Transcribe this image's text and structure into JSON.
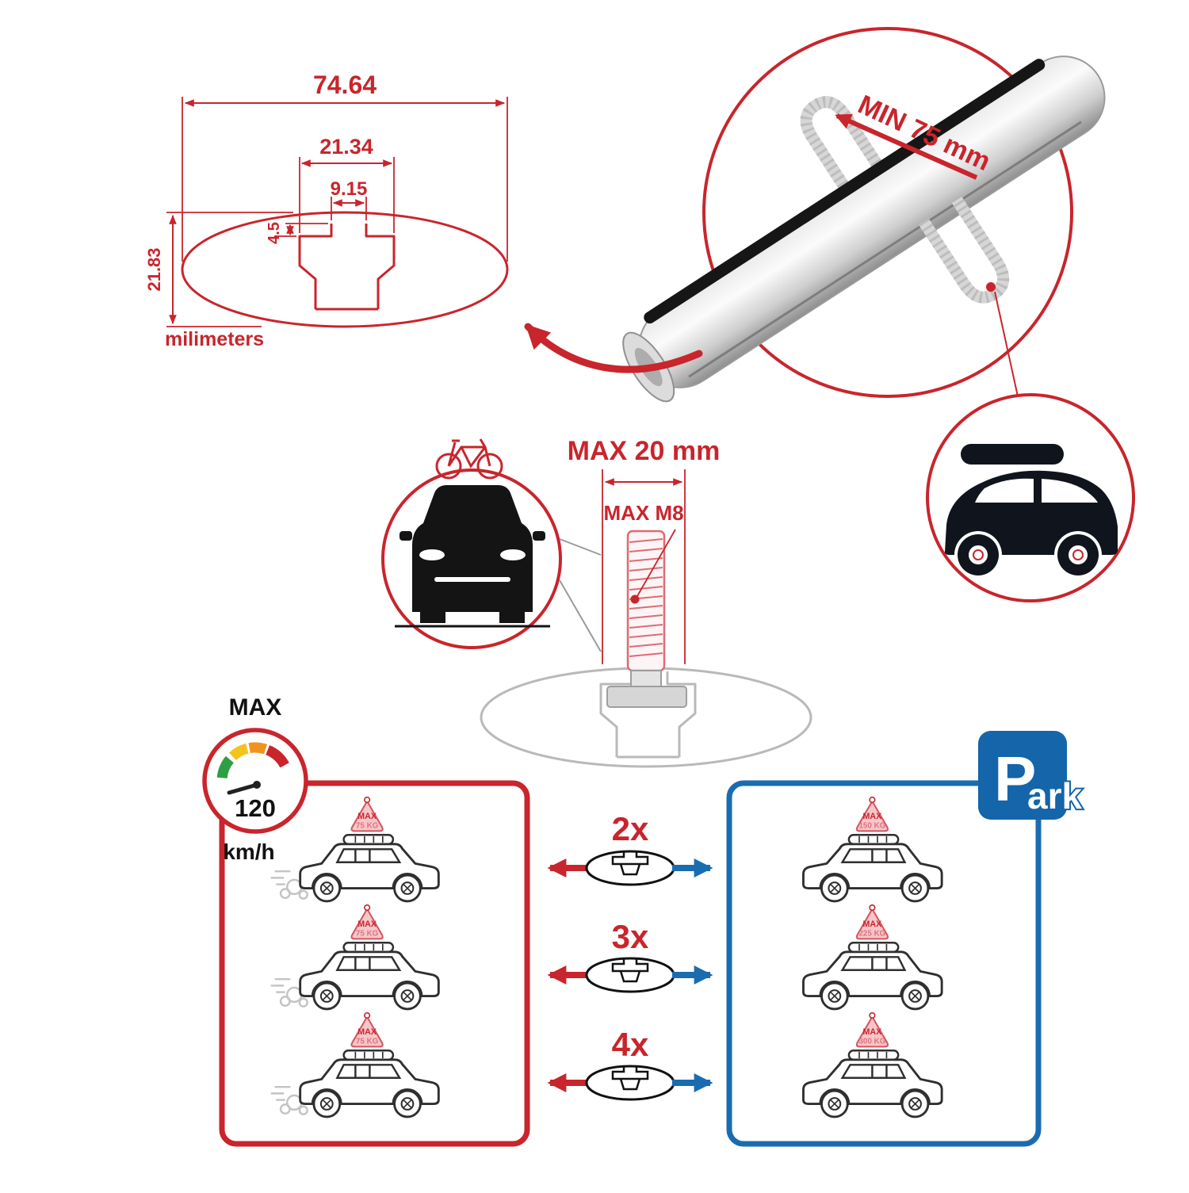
{
  "colors": {
    "red": "#c9252c",
    "blue": "#1a6cb0",
    "parking_blue": "#1465a9",
    "dark": "#2f2f2f",
    "gray": "#b9b9b9"
  },
  "cross_section": {
    "total_width": "74.64",
    "slot_outer_width": "21.34",
    "slot_inner_width": "9.15",
    "slot_step_height": "4.5",
    "total_height": "21.83",
    "units": "milimeters"
  },
  "bar_callout": {
    "min_span": "MIN 75 mm"
  },
  "bolt_callout": {
    "max_length": "MAX 20 mm",
    "max_thread": "MAX M8"
  },
  "speed_gauge": {
    "top_label": "MAX",
    "value": "120",
    "unit": "km/h"
  },
  "parking_sign": {
    "letter": "P",
    "suffix": "ark"
  },
  "multipliers": [
    "2x",
    "3x",
    "4x"
  ],
  "panels": {
    "driving": {
      "cars": [
        {
          "sign_title": "MAX",
          "sign_weight": "75 KG"
        },
        {
          "sign_title": "MAX",
          "sign_weight": "75 KG"
        },
        {
          "sign_title": "MAX",
          "sign_weight": "75 KG"
        }
      ]
    },
    "parked": {
      "cars": [
        {
          "sign_title": "MAX",
          "sign_weight": "150 KG"
        },
        {
          "sign_title": "MAX",
          "sign_weight": "225 KG"
        },
        {
          "sign_title": "MAX",
          "sign_weight": "300 KG"
        }
      ]
    }
  }
}
